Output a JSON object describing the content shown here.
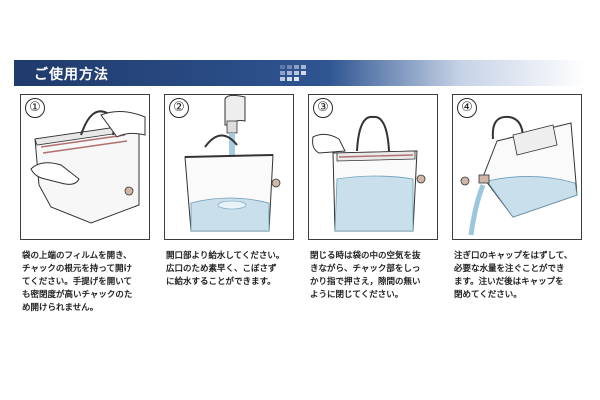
{
  "header": {
    "title": "ご使用方法"
  },
  "steps": [
    {
      "number": "①",
      "text": "袋の上端のフィルムを開き、\nチャックの根元を持って開け\nてください。手提げを開いて\nも密閉度が高いチャックのた\nめ開けられません。"
    },
    {
      "number": "②",
      "text": "開口部より給水してください。\n広口のため素早く、こぼさず\nに給水することができます。"
    },
    {
      "number": "③",
      "text": "閉じる時は袋の中の空気を抜\nきながら、チャック部をしっ\nかり指で押さえ，隙間の無い\nように閉じてください。"
    },
    {
      "number": "④",
      "text": "注ぎ口のキャップをはずして、\n必要な水量を注ぐことができ\nます。注いだ後はキャップを\n閉めてください。"
    }
  ],
  "colors": {
    "header_dark": "#1f3a6b",
    "header_mid": "#2f5592",
    "water": "#c9dfec",
    "water_stream": "#9cc6de"
  }
}
